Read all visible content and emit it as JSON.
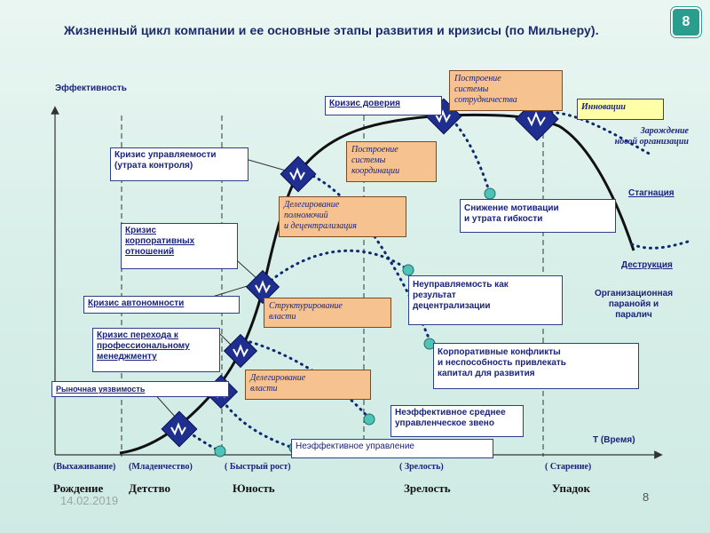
{
  "title": "Жизненный цикл компании и ее основные этапы развития и кризисы (по Мильнеру).",
  "slide_badge": "8",
  "axis": {
    "y_label": "Эффективность",
    "x_label": "Т (Время)"
  },
  "crisis_boxes": {
    "market_vulnerability": "Рыночная уязвимость",
    "transition_crisis": "Кризис  перехода к\nпрофессиональному\nменеджменту",
    "autonomy_crisis": "Кризис автономности",
    "corporate_relations": "Кризис\nкорпоративных\nотношений",
    "controllability": "Кризис управляемости\n(утрата контроля)",
    "trust_crisis": "Кризис доверия"
  },
  "stage_boxes": {
    "delegating_power": "Делегирование\nвласти",
    "structuring_power": "Структурирование\nвласти",
    "delegating_authority": "Делегирование\nполномочий\nи децентрализация",
    "coordination_systems": "Построение\nсистемы\nкоординации",
    "collaboration_systems": "Построение\nсистемы\nсотрудничества",
    "innovations": "Инновации"
  },
  "problem_boxes": {
    "ineffective_management": "Неэффективное управление",
    "ineffective_middle": "Неэффективное среднее\nуправленческое звено",
    "corporate_conflicts": "Корпоративные конфликты\nи неспособность привлекать\nкапитал для развития",
    "uncontrollability": "Неуправляемость как\nрезультат\nдецентрализации",
    "motivation_decline": "Снижение мотивации\nи утрата гибкости"
  },
  "right_labels": {
    "new_org": "Зарождение\nновой организации",
    "stagnation": "Стагнация",
    "destruction": "Деструкция",
    "paranoia": "Организационная\nпаранойя и\nпаралич"
  },
  "sub_stages": [
    "(Выхаживание)",
    "(Младенчество)",
    "( Быстрый рост)",
    "( Зрелость)",
    "( Старение)"
  ],
  "stages": [
    "Рождение",
    "Детство",
    "Юность",
    "Зрелость",
    "Упадок"
  ],
  "footer": {
    "date": "14.02.2019",
    "page": "8"
  },
  "colors": {
    "curve": "#111111",
    "dots": "#0d2a6e",
    "marker": "#1f2f8f",
    "node": "#4fc3b8",
    "orange_box": "#f6c28f",
    "yellow_box": "#ffffa8"
  }
}
